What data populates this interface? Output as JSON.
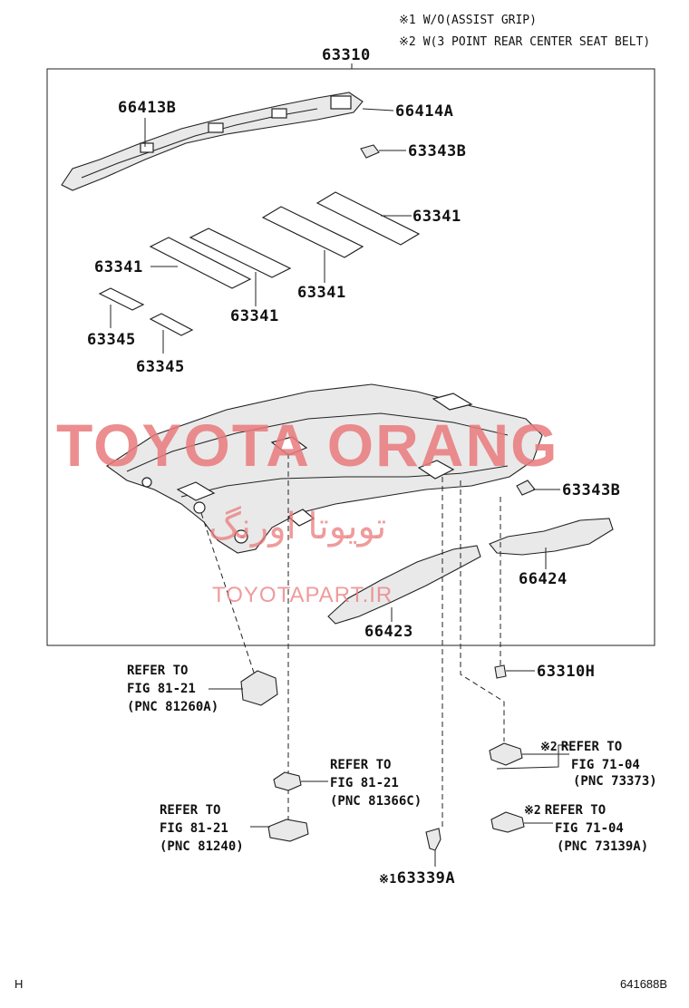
{
  "notes": [
    {
      "mark": "※1",
      "text": "W/O(ASSIST GRIP)"
    },
    {
      "mark": "※2",
      "text": "W(3 POINT REAR CENTER SEAT BELT)"
    }
  ],
  "assembly_label": "63310",
  "parts": {
    "p66413B": "66413B",
    "p66414A": "66414A",
    "p63343B_top": "63343B",
    "p63341_a": "63341",
    "p63341_b": "63341",
    "p63341_c": "63341",
    "p63341_d": "63341",
    "p63345_a": "63345",
    "p63345_b": "63345",
    "p63343B_mid": "63343B",
    "p66424": "66424",
    "p66423": "66423",
    "p63310H": "63310H",
    "p63339A": "63339A"
  },
  "p63339A_mark": "※1",
  "refs": {
    "r81260A": {
      "l1": "REFER TO",
      "l2": "FIG 81-21",
      "l3": "(PNC 81260A)"
    },
    "r81366C": {
      "l1": "REFER TO",
      "l2": "FIG 81-21",
      "l3": "(PNC 81366C)"
    },
    "r81240": {
      "l1": "REFER TO",
      "l2": "FIG 81-21",
      "l3": "(PNC 81240)"
    },
    "r73373": {
      "mark": "※2",
      "l1": "REFER TO",
      "l2": "FIG 71-04",
      "l3": "(PNC 73373)"
    },
    "r73139A": {
      "mark": "※2",
      "l1": "REFER TO",
      "l2": "FIG 71-04",
      "l3": "(PNC 73139A)"
    }
  },
  "watermark": {
    "brand": "TOYOTA ORANG",
    "persian": "تویوتا اورنگ",
    "url": "TOYOTAPART.IR",
    "color": "#e9797b"
  },
  "footer": {
    "left": "H",
    "right": "641688B"
  }
}
